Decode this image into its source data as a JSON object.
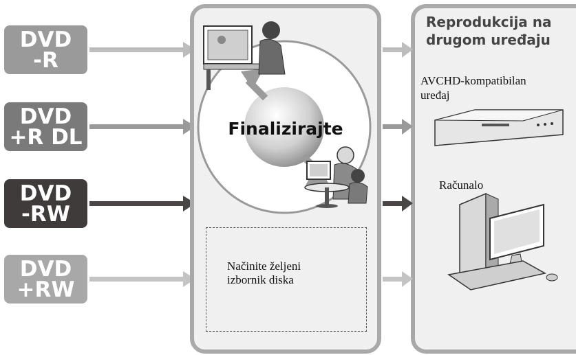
{
  "dvd_types": [
    {
      "line1": "DVD",
      "line2": "-R"
    },
    {
      "line1": "DVD",
      "line2": "+R DL"
    },
    {
      "line1": "DVD",
      "line2": "-RW"
    },
    {
      "line1": "DVD",
      "line2": "+RW"
    }
  ],
  "center": {
    "finalize_label": "Finalizirajte",
    "menu_line1": "Načinite željeni",
    "menu_line2": "izbornik diska"
  },
  "right": {
    "title_line1": "Reprodukcija na",
    "title_line2": "drugom uređaju",
    "device1_line1": "AVCHD-kompatibilan",
    "device1_line2": "uređaj",
    "device2": "Računalo"
  },
  "colors": {
    "badge_dvd_r": "#9a9a9a",
    "badge_dvd_rdl": "#7a7a7a",
    "badge_dvd_rw": "#3f3b3b",
    "badge_dvd_plus_rw": "#a8a8a8",
    "panel_border": "#a9a9a9",
    "panel_fill": "#f0f0f0"
  }
}
